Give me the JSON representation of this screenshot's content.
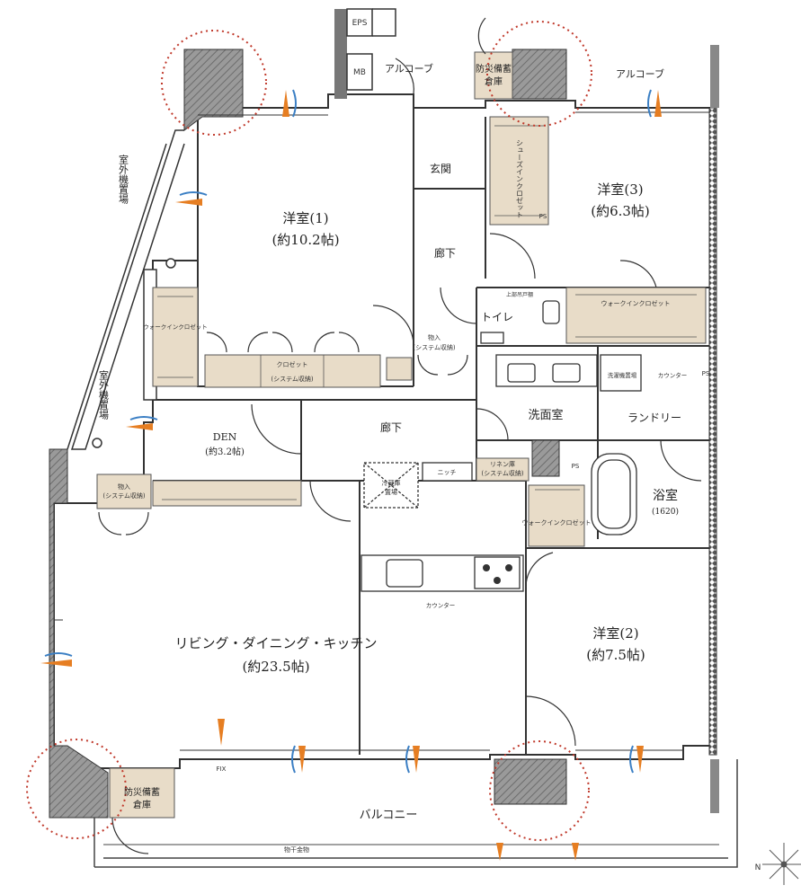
{
  "rooms": {
    "western1": {
      "name": "洋室(1)",
      "size": "(約10.2帖)"
    },
    "western2": {
      "name": "洋室(2)",
      "size": "(約7.5帖)"
    },
    "western3": {
      "name": "洋室(3)",
      "size": "(約6.3帖)"
    },
    "den": {
      "name": "DEN",
      "size": "(約3.2帖)"
    },
    "ldk": {
      "name": "リビング・ダイニング・キッチン",
      "size": "(約23.5帖)"
    },
    "bath": {
      "name": "浴室",
      "size": "(1620)"
    },
    "washroom": "洗面室",
    "laundry": "ランドリー",
    "entrance": "玄関",
    "toilet": "トイレ",
    "hall1": "廊下",
    "hall2": "廊下",
    "balcony": "バルコニー",
    "alcove_left": "アルコーブ",
    "alcove_right": "アルコーブ"
  },
  "storage": {
    "shoes_in": "シューズインクロゼット",
    "ps1": "PS",
    "ps2": "PS",
    "ps3": "PS",
    "upper_shelf": "上部吊戸棚",
    "wic_west3": "ウォークインクロゼット",
    "wic_west1": "ウォークインクロゼット",
    "wic_bath": "ウォークインクロゼット",
    "closet_main": "クロゼット",
    "closet_sub": "(システム収納)",
    "monoire_hall": "物入",
    "monoire_hall_sub": "(システム収納)",
    "monoire_ldk": "物入",
    "monoire_ldk_sub": "(システム収納)",
    "linen": "リネン庫",
    "linen_sub": "(システム収納)",
    "niche": "ニッチ",
    "fridge": "冷蔵庫",
    "fridge_sub": "置場",
    "washer": "洗濯機置場",
    "counter_laundry": "カウンター",
    "counter_kitchen": "カウンター",
    "disaster_top": "防災備蓄",
    "disaster_top2": "倉庫",
    "disaster_bottom": "防災備蓄",
    "disaster_bottom2": "倉庫"
  },
  "exterior": {
    "eps": "EPS",
    "mb": "MB",
    "outdoor_unit1": "室外機置場",
    "outdoor_unit2": "室外機置場",
    "laundry_rail": "物干金物",
    "fix": "FIX",
    "north": "N"
  },
  "colors": {
    "storage_fill": "#e8dcc8",
    "wall_fill": "#8d8d8d",
    "marker_red": "#c0392b",
    "vent_orange": "#e67e22",
    "vent_blue": "#3b7fc4"
  }
}
